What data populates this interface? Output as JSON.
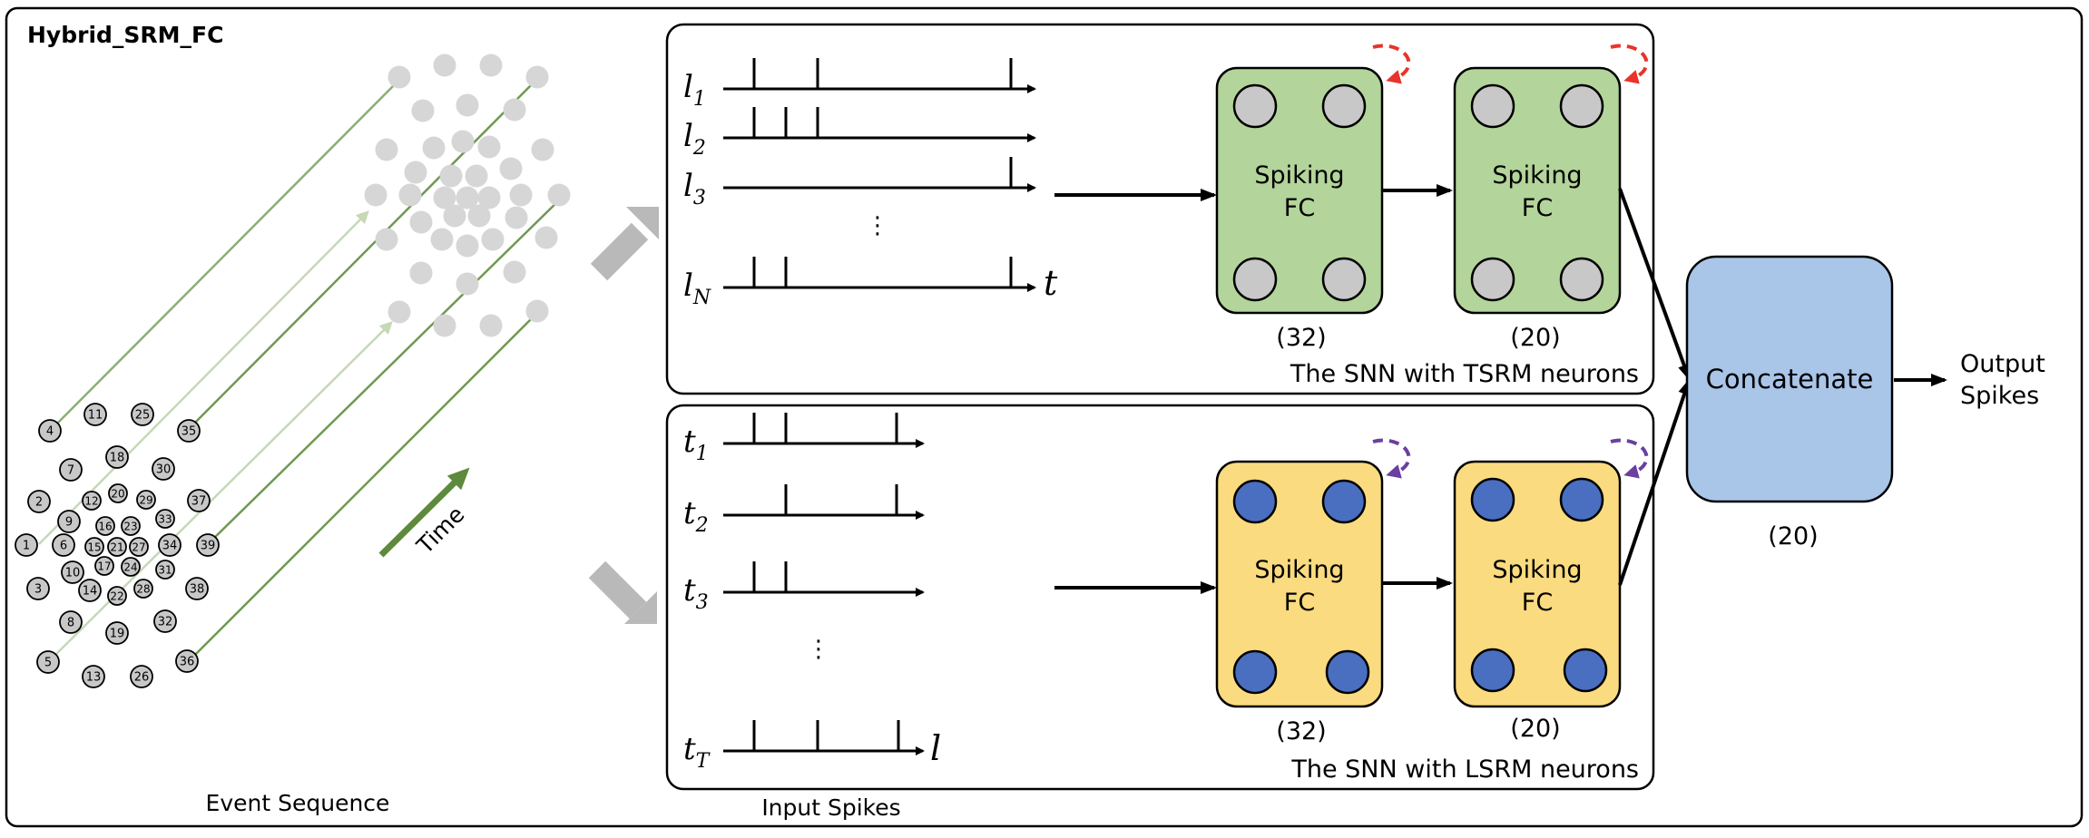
{
  "title": "Hybrid_SRM_FC",
  "event_panel": {
    "caption": "Event Sequence",
    "time_label": "Time",
    "node_numbers": [
      "4",
      "11",
      "25",
      "35",
      "7",
      "18",
      "30",
      "2",
      "12",
      "20",
      "29",
      "37",
      "9",
      "16",
      "23",
      "33",
      "1",
      "6",
      "15",
      "21",
      "27",
      "34",
      "39",
      "10",
      "17",
      "24",
      "31",
      "3",
      "14",
      "22",
      "28",
      "38",
      "8",
      "32",
      "19",
      "5",
      "13",
      "26",
      "36"
    ]
  },
  "input_spikes": {
    "caption": "Input Spikes",
    "top_rows": [
      {
        "sym": "l",
        "sub": "1"
      },
      {
        "sym": "l",
        "sub": "2"
      },
      {
        "sym": "l",
        "sub": "3"
      },
      {
        "sym": "l",
        "sub": "N"
      }
    ],
    "top_axis_label": "t",
    "bottom_rows": [
      {
        "sym": "t",
        "sub": "1"
      },
      {
        "sym": "t",
        "sub": "2"
      },
      {
        "sym": "t",
        "sub": "3"
      },
      {
        "sym": "t",
        "sub": "T"
      }
    ],
    "bottom_axis_label": "l",
    "ellipsis": "⋮"
  },
  "tsrm_network": {
    "label": "The SNN with TSRM neurons",
    "layer1": {
      "line1": "Spiking",
      "line2": "FC",
      "size": "(32)"
    },
    "layer2": {
      "line1": "Spiking",
      "line2": "FC",
      "size": "(20)"
    }
  },
  "lsrm_network": {
    "label": "The SNN with LSRM neurons",
    "layer1": {
      "line1": "Spiking",
      "line2": "FC",
      "size": "(32)"
    },
    "layer2": {
      "line1": "Spiking",
      "line2": "FC",
      "size": "(20)"
    }
  },
  "concat": {
    "label": "Concatenate",
    "size": "(20)"
  },
  "output": {
    "line1": "Output",
    "line2": "Spikes"
  },
  "colors": {
    "tsrm_box": "#b3d49a",
    "lsrm_box": "#fadb7f",
    "concat_box": "#a9c5e8",
    "grey_neuron": "#c8c8c8",
    "blue_neuron": "#4a6fc0",
    "tsrm_recurrent": "#e8342a",
    "lsrm_recurrent": "#6b3fa0",
    "time_arrow": "#5d8a3c"
  }
}
